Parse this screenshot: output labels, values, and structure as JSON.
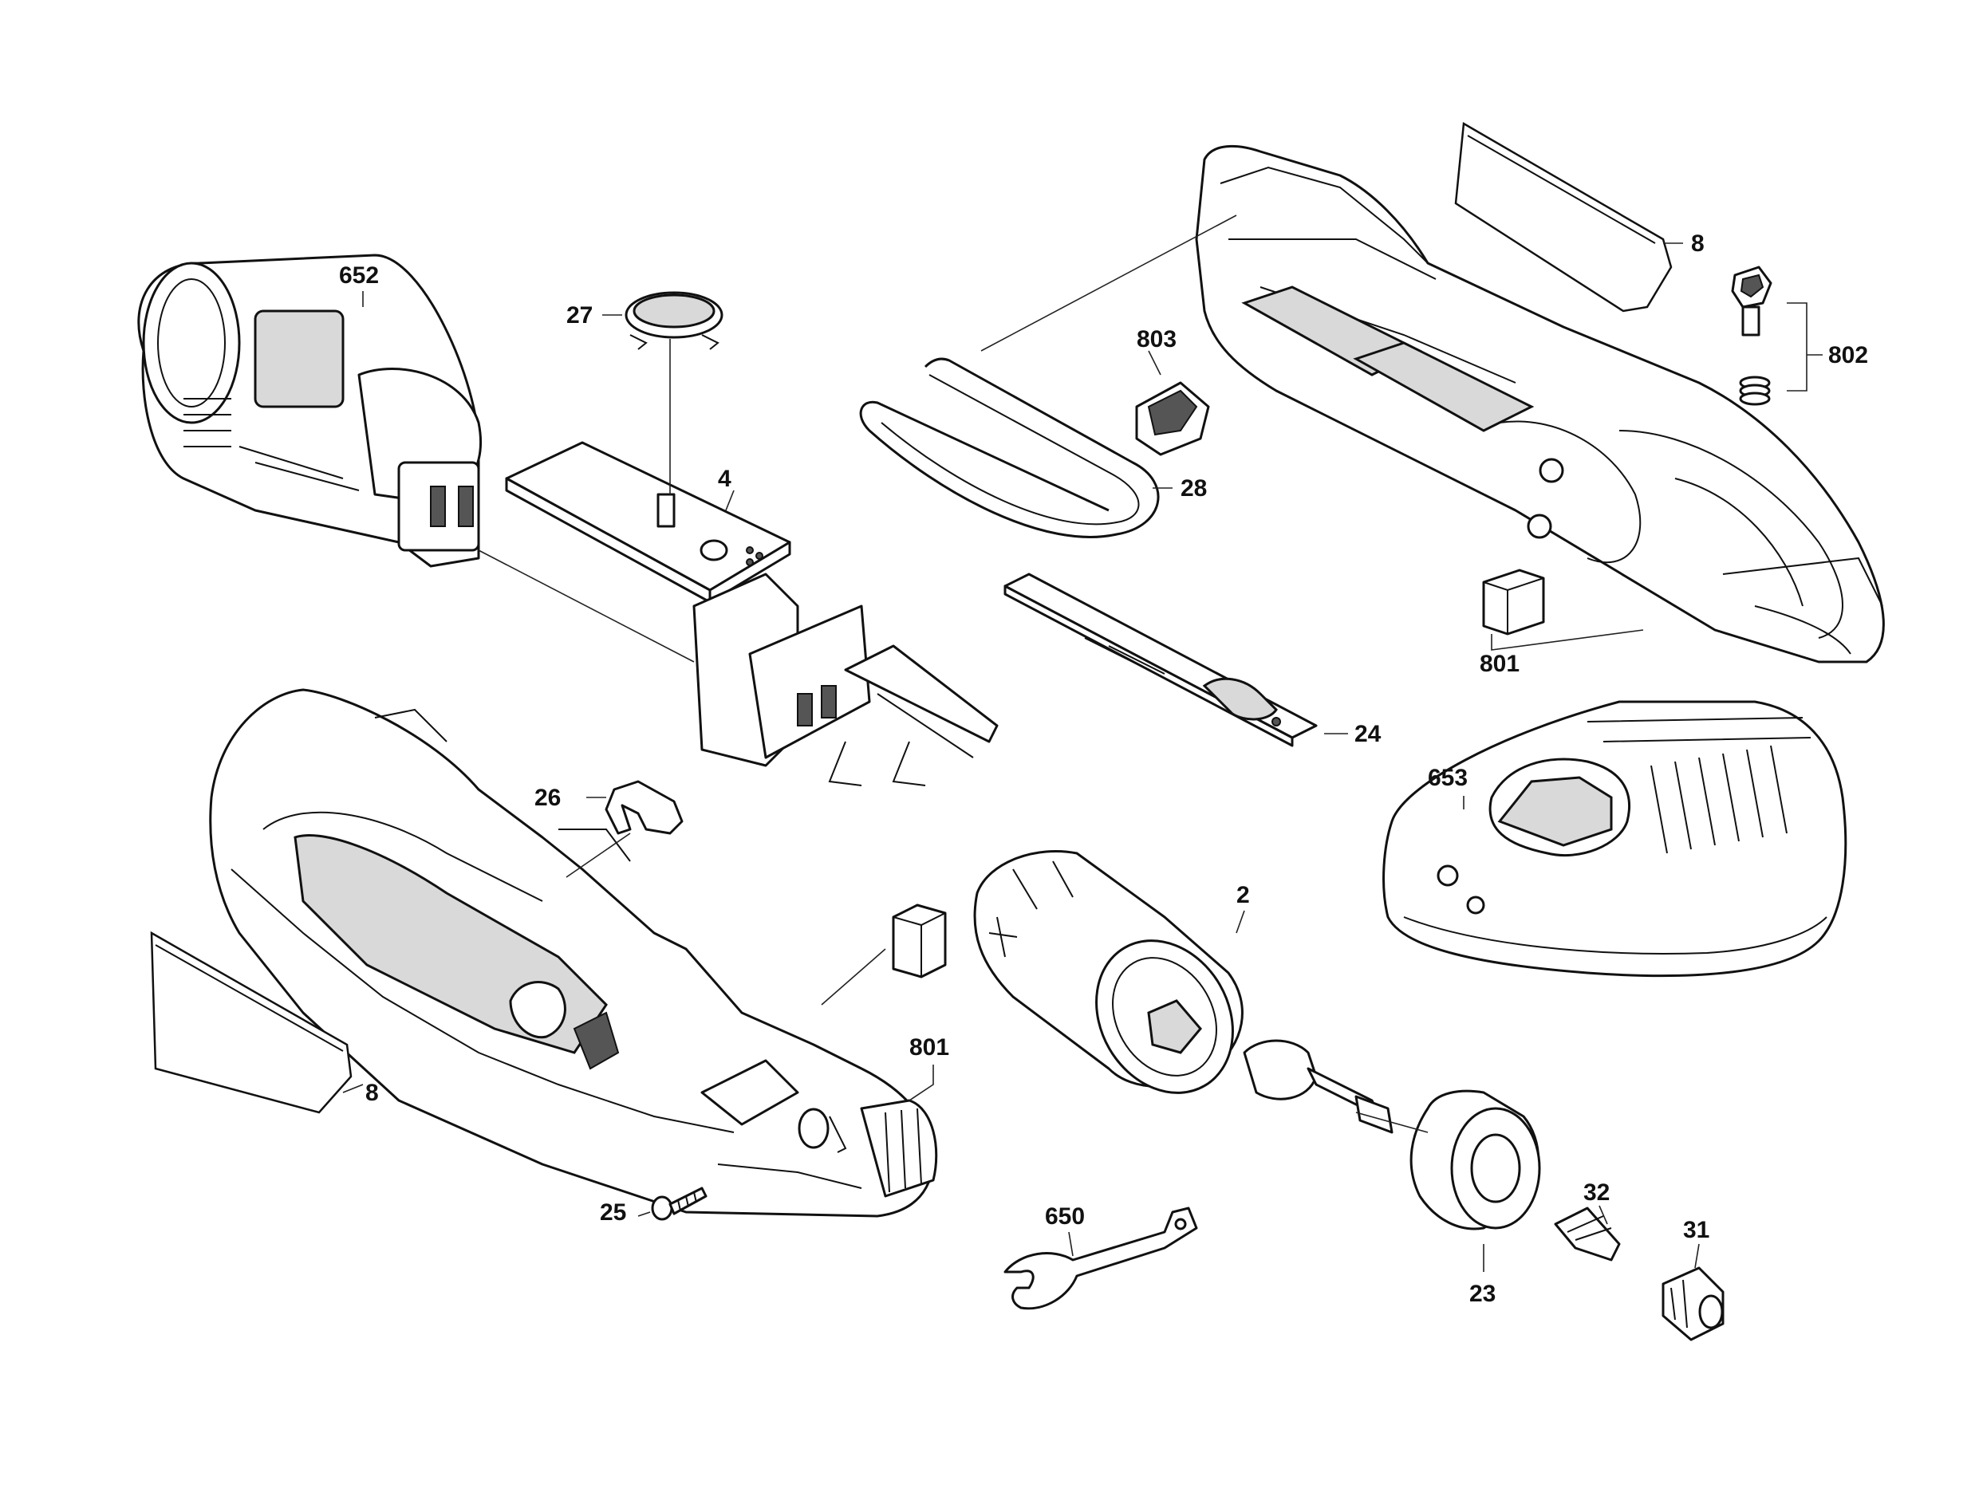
{
  "diagram": {
    "callouts": {
      "c652": "652",
      "c27": "27",
      "c4": "4",
      "c803": "803",
      "c28": "28",
      "c8_top": "8",
      "c802": "802",
      "c801_top": "801",
      "c24": "24",
      "c653": "653",
      "c26": "26",
      "c2": "2",
      "c801_bottom": "801",
      "c8_bottom": "8",
      "c25": "25",
      "c650": "650",
      "c32": "32",
      "c31": "31",
      "c23": "23"
    },
    "colors": {
      "line": "#111111",
      "background": "#ffffff"
    }
  }
}
